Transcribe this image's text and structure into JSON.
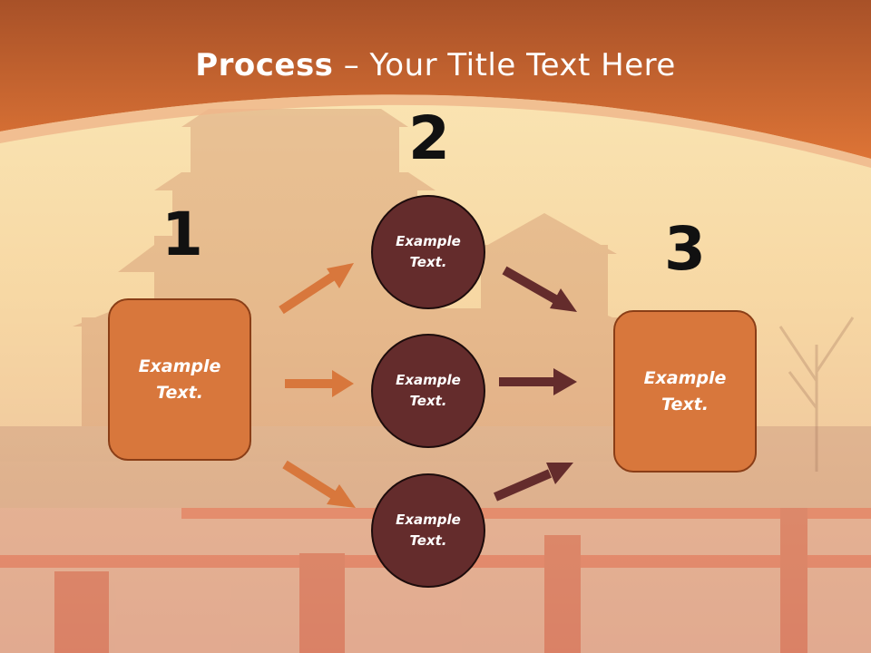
{
  "slide": {
    "title_bold": "Process",
    "title_rest": " – Your Title Text Here"
  },
  "steps": [
    {
      "number": "1",
      "label": "Example\nText."
    },
    {
      "number": "2",
      "labels": [
        "Example\nText.",
        "Example\nText.",
        "Example\nText."
      ]
    },
    {
      "number": "3",
      "label": "Example\nText."
    }
  ],
  "colors": {
    "header": "#d8773c",
    "box_fill": "#d8773c",
    "circle_fill": "#642c2c",
    "arrow_orange": "#d8773c",
    "arrow_dark": "#642c2c"
  }
}
